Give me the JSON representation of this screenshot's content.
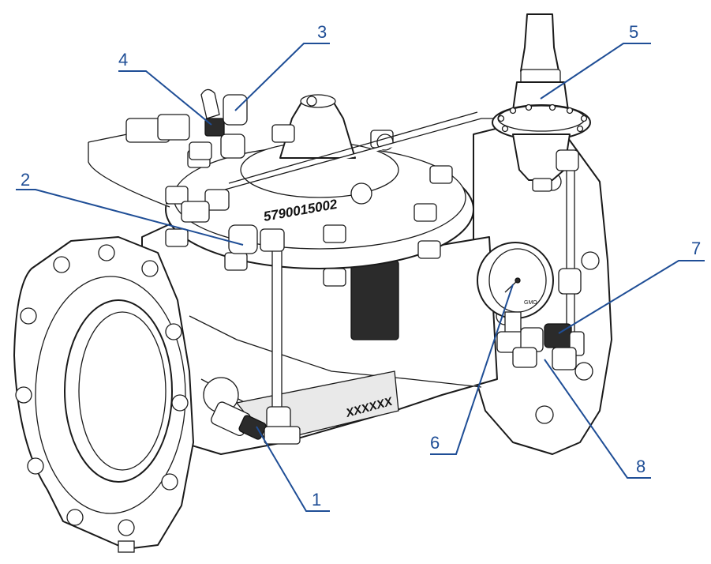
{
  "diagram": {
    "serial_marking": "5790015002",
    "body_marking": "XXXXXX",
    "gauge_marking": "GMO",
    "callouts": [
      {
        "id": "1",
        "label": "1"
      },
      {
        "id": "2",
        "label": "2"
      },
      {
        "id": "3",
        "label": "3"
      },
      {
        "id": "4",
        "label": "4"
      },
      {
        "id": "5",
        "label": "5"
      },
      {
        "id": "6",
        "label": "6"
      },
      {
        "id": "7",
        "label": "7"
      },
      {
        "id": "8",
        "label": "8"
      }
    ],
    "colors": {
      "callout": "#1f4e96",
      "outline": "#1a1a1a",
      "fill": "#ffffff"
    }
  }
}
